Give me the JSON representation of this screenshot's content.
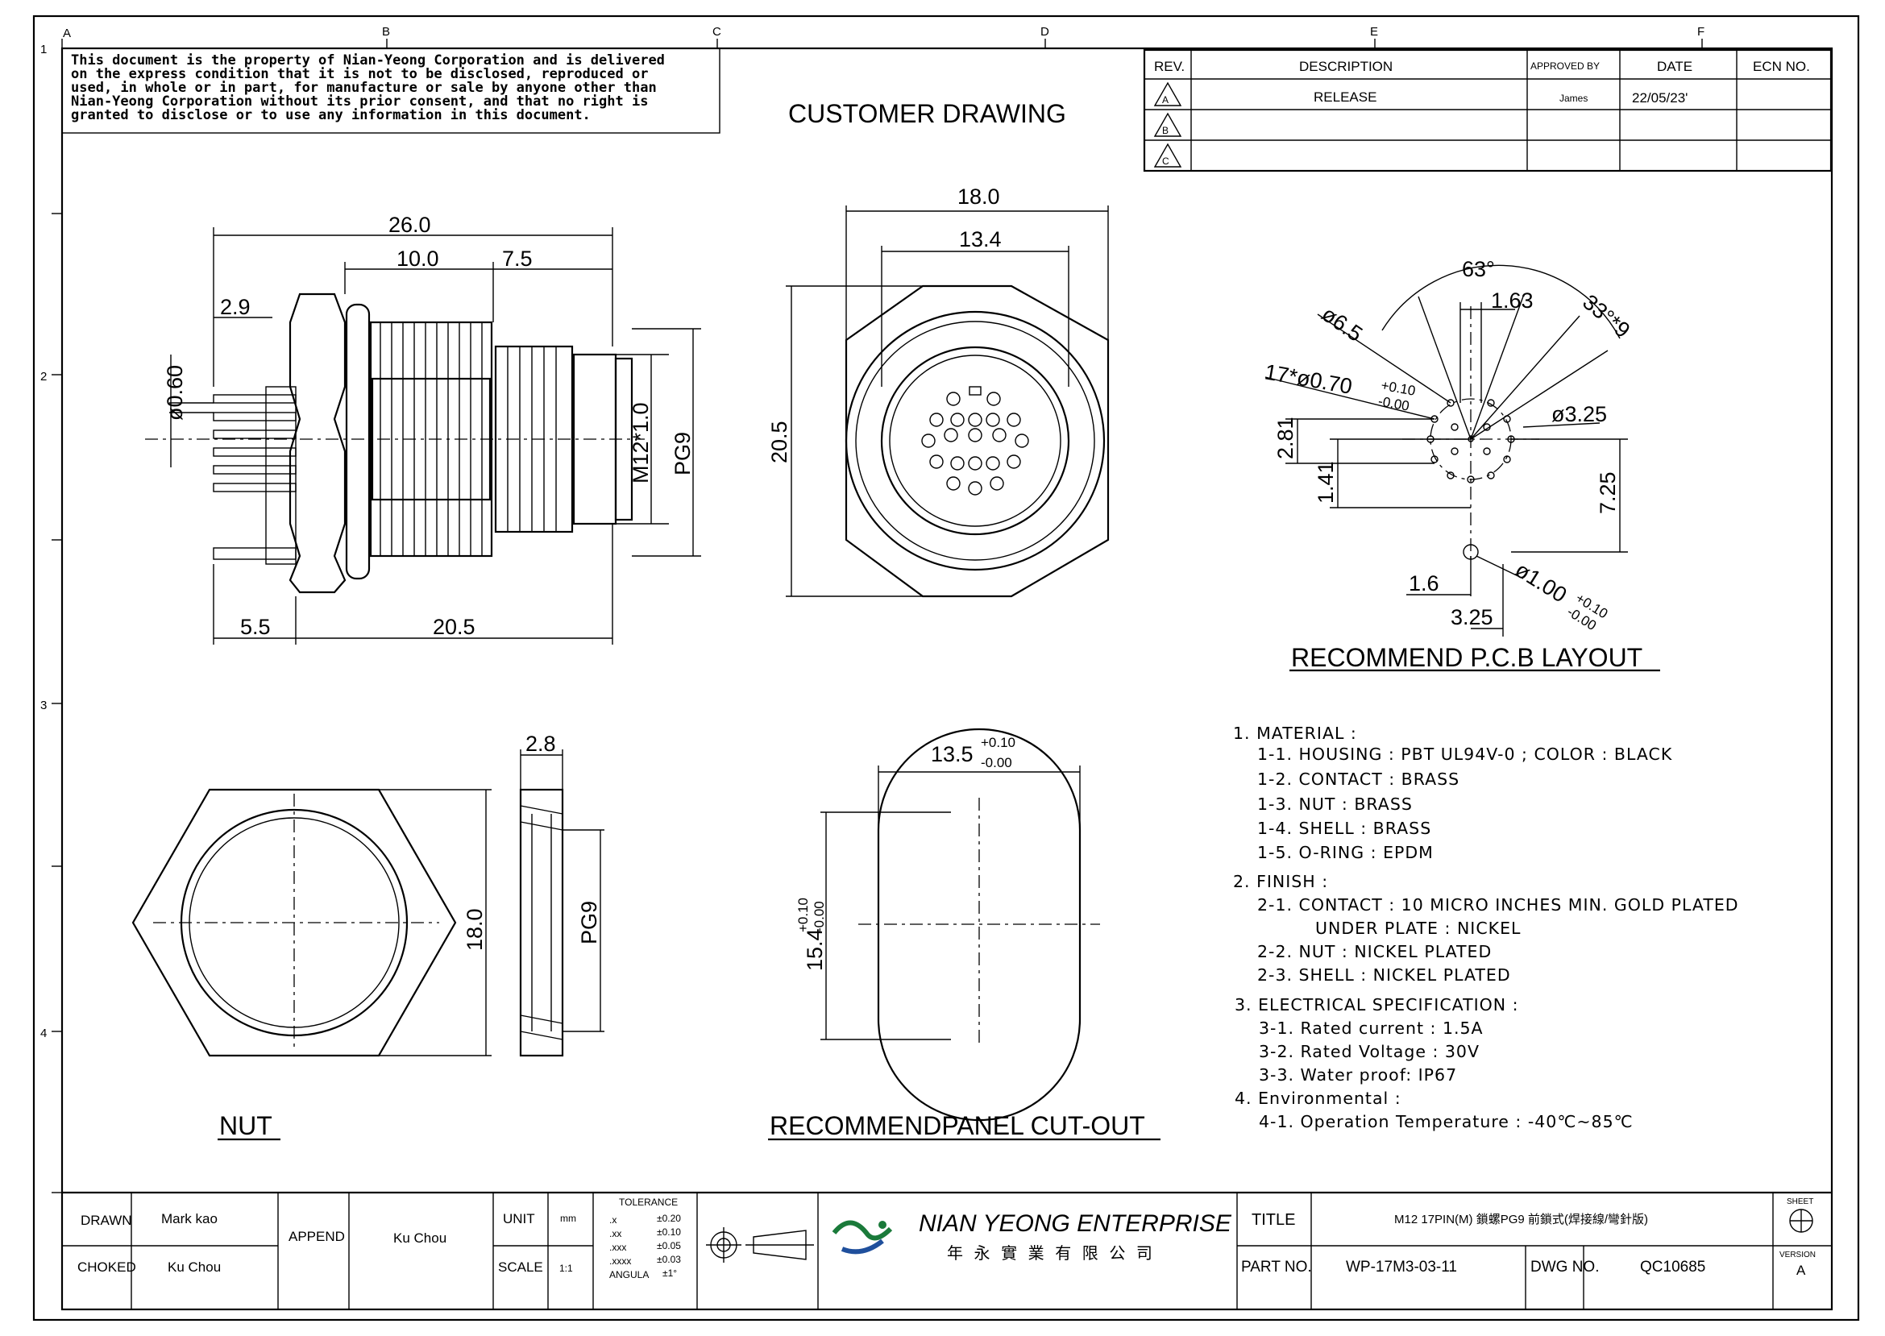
{
  "notice": [
    "This document is the property of Nian-Yeong Corporation and is delivered",
    "on  the  express condition that it is not to be disclosed, reproduced or",
    "used, in whole or in part, for manufacture or sale by anyone other than",
    "Nian-Yeong Corporation without  its prior consent, and that  no right  is",
    "granted to disclose or to use any information in this  document."
  ],
  "drawing_type": "CUSTOMER  DRAWING",
  "grid": {
    "columns": [
      "A",
      "B",
      "C",
      "D",
      "E",
      "F"
    ],
    "rows": [
      "1",
      "2",
      "3",
      "4"
    ]
  },
  "revision_table": {
    "headers": [
      "REV.",
      "DESCRIPTION",
      "APPROVED BY",
      "DATE",
      "ECN NO."
    ],
    "rows": [
      {
        "rev": "A",
        "description": "RELEASE",
        "approved": "James",
        "date": "22/05/23'",
        "ecn": ""
      },
      {
        "rev": "B",
        "description": "",
        "approved": "",
        "date": "",
        "ecn": ""
      },
      {
        "rev": "C",
        "description": "",
        "approved": "",
        "date": "",
        "ecn": ""
      }
    ]
  },
  "side_view": {
    "dim_overall": "26.0",
    "dim_thread": "10.0",
    "dim_front": "7.5",
    "dim_pin_offset": "2.9",
    "dim_pin_dia": "ø0.60",
    "dim_thread_label": "M12*1.0",
    "dim_pg": "PG9",
    "dim_pin_len": "5.5",
    "dim_body": "20.5"
  },
  "front_view": {
    "dim_hex": "18.0",
    "dim_inner": "13.4",
    "dim_height": "20.5"
  },
  "pcb": {
    "title": "RECOMMEND  P.C.B  LAYOUT",
    "dim_angle": "63°",
    "dim_163": "1.63",
    "dim_33x9": "33°*9",
    "dim_od": "ø6.5",
    "dim_holes": "17*ø0.70",
    "dim_holes_tol_plus": "+0.10",
    "dim_holes_tol_minus": "-0.00",
    "dim_325a": "ø3.25",
    "dim_281": "2.81",
    "dim_141": "1.41",
    "dim_725": "7.25",
    "dim_16": "1.6",
    "dim_100": "ø1.00",
    "dim_100_tol_plus": "+0.10",
    "dim_100_tol_minus": "-0.00",
    "dim_325b": "3.25"
  },
  "nut": {
    "title": "NUT",
    "dim_width": "2.8",
    "dim_height": "18.0",
    "dim_pg": "PG9"
  },
  "cutout": {
    "title": "RECOMMENDPANEL  CUT-OUT",
    "dim_width": "13.5",
    "dim_width_tol_plus": "+0.10",
    "dim_width_tol_minus": "-0.00",
    "dim_height": "15.4",
    "dim_height_tol_plus": "+0.10",
    "dim_height_tol_minus": "-0.00"
  },
  "notes": [
    "1.  MATERIAL  :",
    "1-1.  HOUSING  :  PBT  UL94V-0  ;  COLOR  :  BLACK",
    "1-2.  CONTACT  :  BRASS",
    "1-3.  NUT  :  BRASS",
    "1-4.  SHELL  :  BRASS",
    "1-5.  O-RING  :  EPDM",
    "2.  FINISH  :",
    "2-1.  CONTACT  :  10  MICRO  INCHES  MIN.  GOLD  PLATED",
    "UNDER  PLATE  :  NICKEL",
    "2-2.  NUT  :  NICKEL  PLATED",
    "2-3.  SHELL  :  NICKEL  PLATED",
    "3.  ELECTRICAL  SPECIFICATION  :",
    "3-1.  Rated  current  :  1.5A",
    "3-2.  Rated  Voltage  :  30V",
    "3-3.  Water  proof:  IP67",
    "4.  Environmental  :",
    "4-1.  Operation  Temperature  :  -40℃~85℃"
  ],
  "title_block": {
    "drawn_label": "DRAWN",
    "drawn_value": "Mark kao",
    "checked_label": "CHOKED",
    "checked_value": "Ku Chou",
    "append_label": "APPEND",
    "append_value": "Ku Chou",
    "unit_label": "UNIT",
    "unit_value": "mm",
    "scale_label": "SCALE",
    "scale_value": "1:1",
    "tolerance_title": "TOLERANCE",
    "tolerance_rows": [
      [
        ".x",
        "±0.20"
      ],
      [
        ".xx",
        "±0.10"
      ],
      [
        ".xxx",
        "±0.05"
      ],
      [
        ".xxxx",
        "±0.03"
      ],
      [
        "ANGULA",
        "±1°"
      ]
    ],
    "company_name": "NIAN YEONG ENTERPRISE",
    "company_chinese": "年 永 實 業 有 限 公 司",
    "title_label": "TITLE",
    "title_value": "M12  17PIN(M)  鎖螺PG9  前鎖式(焊接線/彎針版)",
    "part_label": "PART NO.",
    "part_value": "WP-17M3-03-11",
    "dwg_label": "DWG NO.",
    "dwg_value": "QC10685",
    "sheet_label": "SHEET",
    "version_label": "VERSION",
    "version_value": "A"
  }
}
